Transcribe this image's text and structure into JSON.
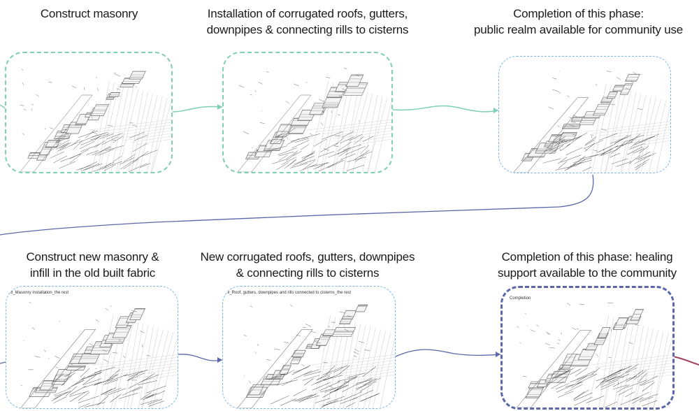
{
  "steps": [
    {
      "caption": [
        "Construct masonry"
      ],
      "label": ""
    },
    {
      "caption": [
        "Installation of corrugated roofs, gutters,",
        "downpipes & connecting rills to cisterns"
      ],
      "label": ""
    },
    {
      "caption": [
        "Completion of this phase:",
        "public realm available for community use"
      ],
      "label": ""
    },
    {
      "caption": [
        "Construct new masonry &",
        "infill in the old built fabric"
      ],
      "label": "8_Masonry installation_the rest"
    },
    {
      "caption": [
        "New corrugated roofs, gutters, downpipes",
        "& connecting rills to cisterns"
      ],
      "label": "9_Roof, gutters, downpipes and rills connected to cisterns_the rest"
    },
    {
      "caption": [
        "Completion of this phase: healing",
        "support available to the community"
      ],
      "label": "Completion"
    }
  ],
  "colors": {
    "connector_green": "#7fcfb3",
    "connector_navy": "#5b67a8",
    "connector_red": "#a0405a",
    "border_light_blue": "#7bb8e0"
  }
}
